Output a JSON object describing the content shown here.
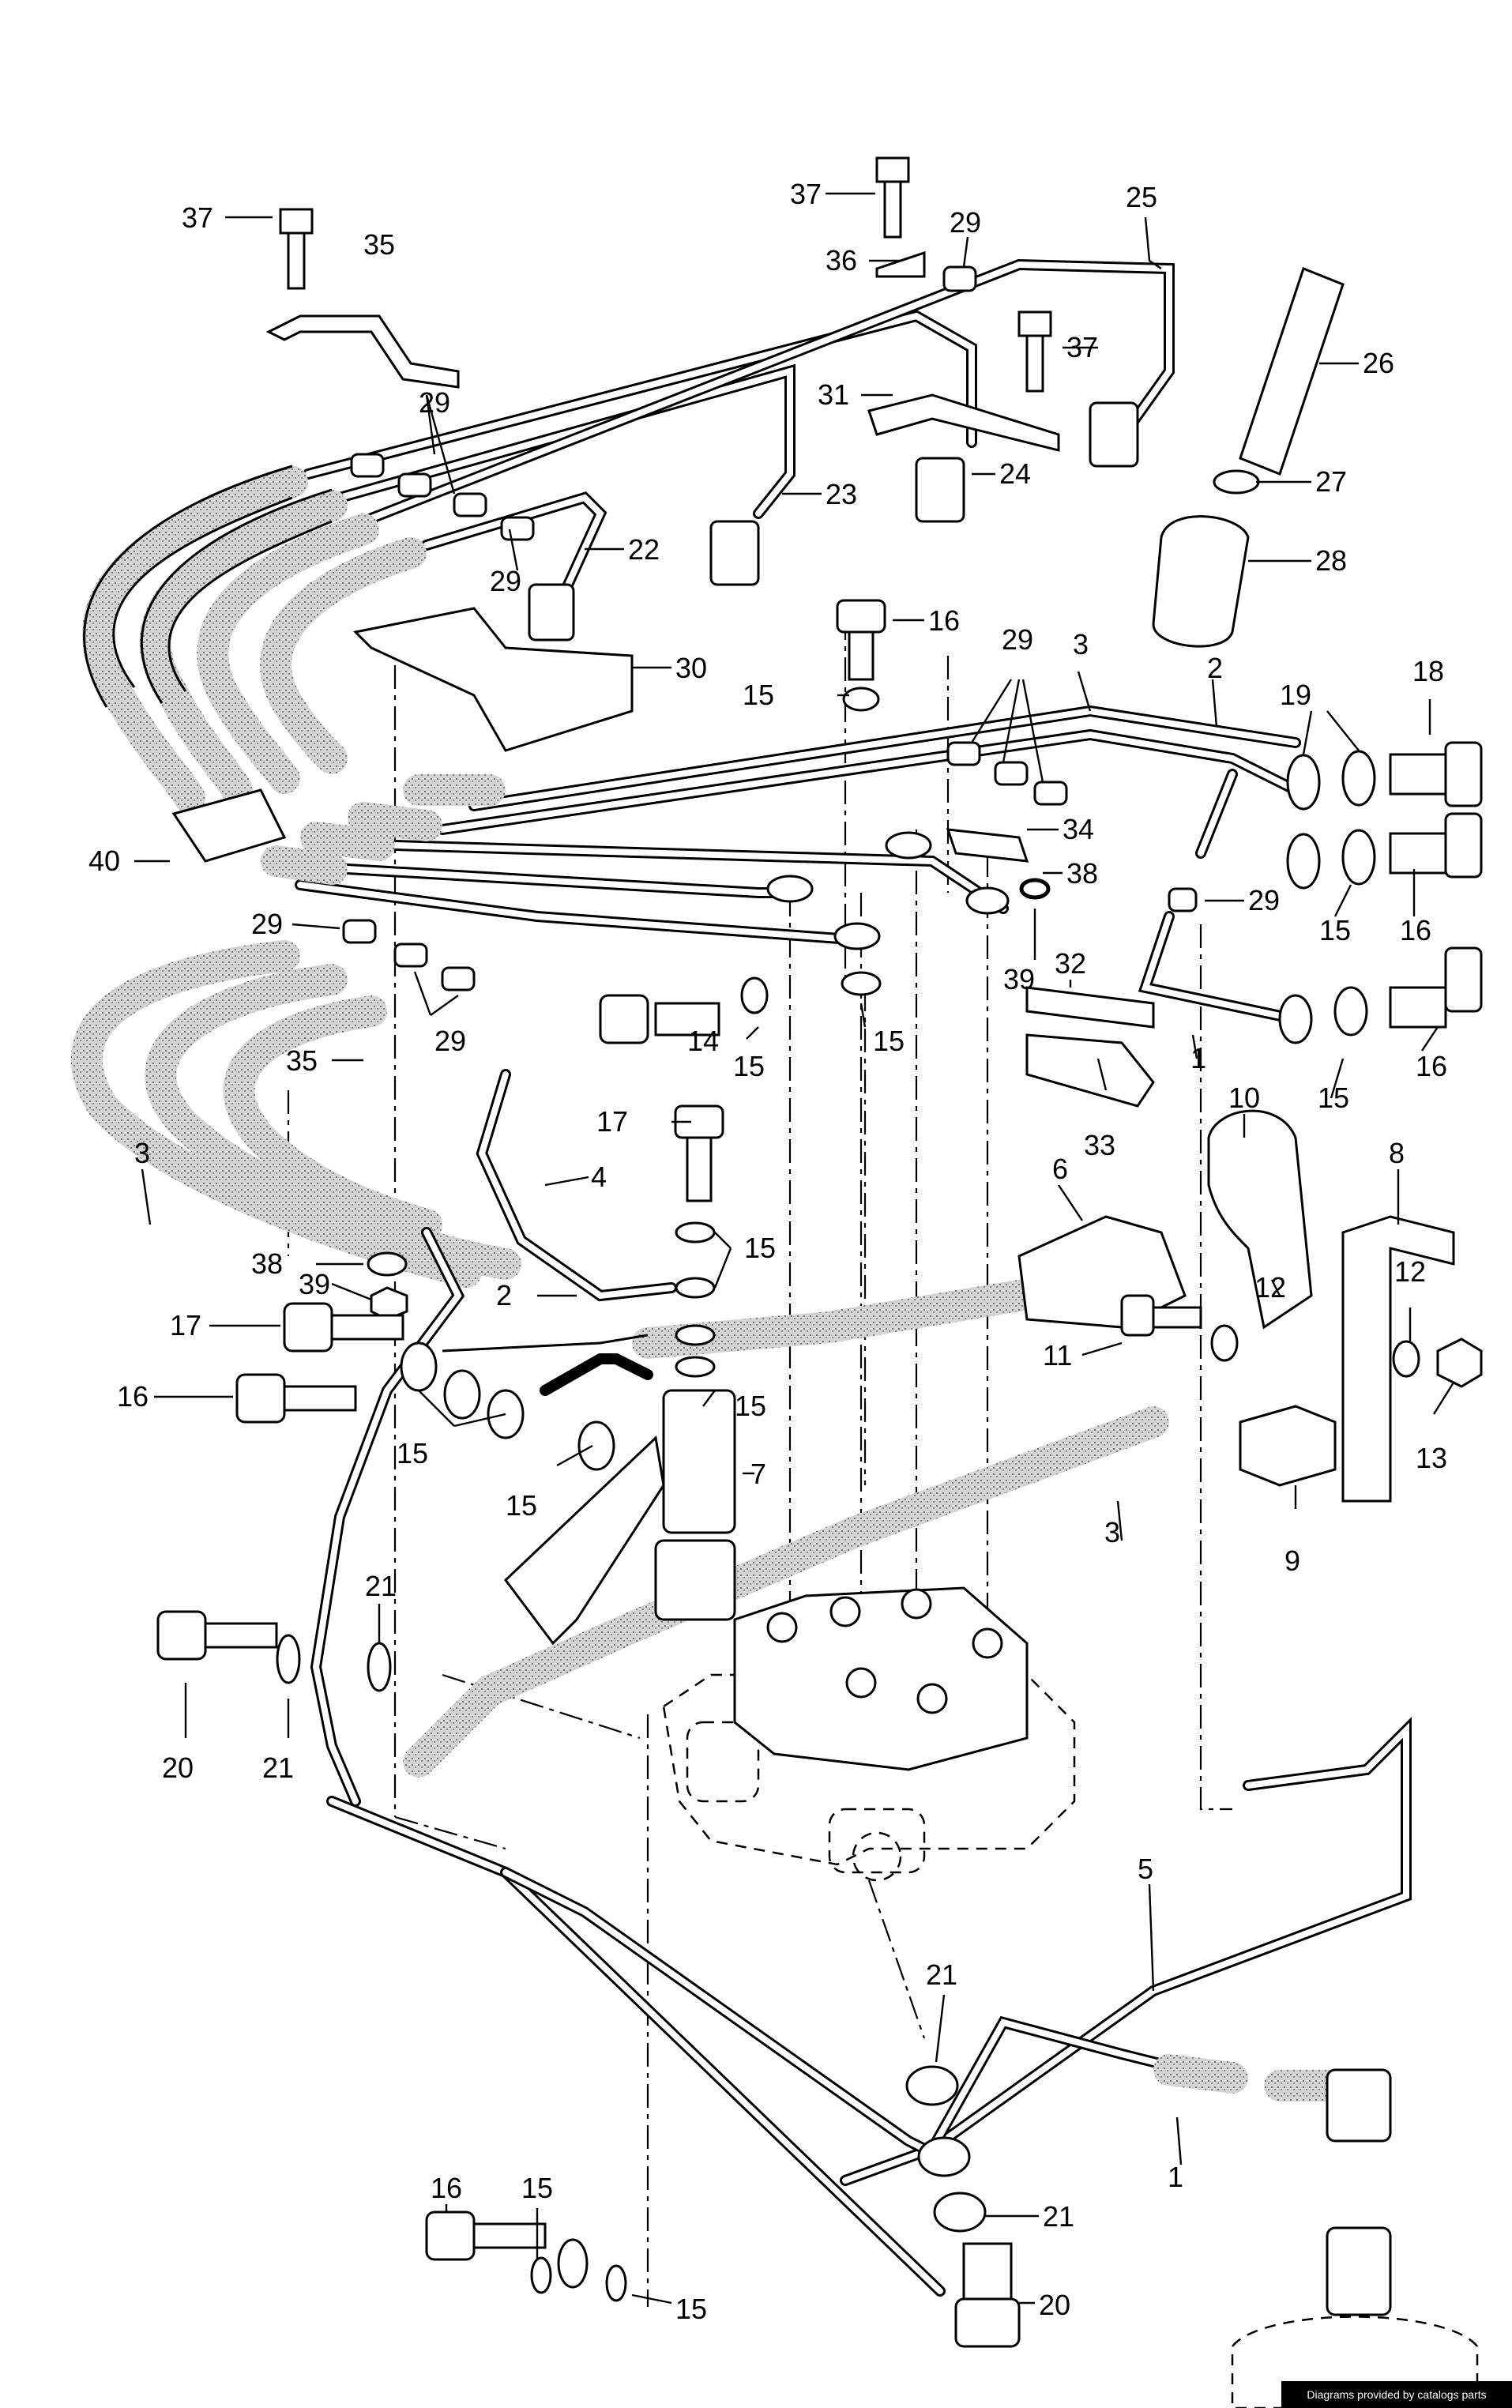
{
  "footer_text": "Diagrams provided by catalogs parts",
  "colors": {
    "hose_fill": "#cfcfcf",
    "line": "#000000",
    "background": "#ffffff"
  },
  "callouts": [
    {
      "id": "c37a",
      "text": "37"
    },
    {
      "id": "c35a",
      "text": "35"
    },
    {
      "id": "c37b",
      "text": "37"
    },
    {
      "id": "c29a",
      "text": "29"
    },
    {
      "id": "c36",
      "text": "36"
    },
    {
      "id": "c25",
      "text": "25"
    },
    {
      "id": "c37c",
      "text": "37"
    },
    {
      "id": "c26",
      "text": "26"
    },
    {
      "id": "c29b",
      "text": "29"
    },
    {
      "id": "c31",
      "text": "31"
    },
    {
      "id": "c24",
      "text": "24"
    },
    {
      "id": "c23",
      "text": "23"
    },
    {
      "id": "c27",
      "text": "27"
    },
    {
      "id": "c22",
      "text": "22"
    },
    {
      "id": "c29c",
      "text": "29"
    },
    {
      "id": "c28",
      "text": "28"
    },
    {
      "id": "c16a",
      "text": "16"
    },
    {
      "id": "c30",
      "text": "30"
    },
    {
      "id": "c29d",
      "text": "29"
    },
    {
      "id": "c3a",
      "text": "3"
    },
    {
      "id": "c2a",
      "text": "2"
    },
    {
      "id": "c15a",
      "text": "15"
    },
    {
      "id": "c19",
      "text": "19"
    },
    {
      "id": "c18",
      "text": "18"
    },
    {
      "id": "c34",
      "text": "34"
    },
    {
      "id": "c40",
      "text": "40"
    },
    {
      "id": "c38a",
      "text": "38"
    },
    {
      "id": "c16b",
      "text": "16"
    },
    {
      "id": "c29e",
      "text": "29"
    },
    {
      "id": "c15b",
      "text": "15"
    },
    {
      "id": "c29f",
      "text": "29"
    },
    {
      "id": "c39a",
      "text": "39"
    },
    {
      "id": "c32",
      "text": "32"
    },
    {
      "id": "c29g",
      "text": "29"
    },
    {
      "id": "c15c",
      "text": "15"
    },
    {
      "id": "c15d",
      "text": "15"
    },
    {
      "id": "c16c",
      "text": "16"
    },
    {
      "id": "c14",
      "text": "14"
    },
    {
      "id": "c1a",
      "text": "1"
    },
    {
      "id": "c35b",
      "text": "35"
    },
    {
      "id": "c15e",
      "text": "15"
    },
    {
      "id": "c33",
      "text": "33"
    },
    {
      "id": "c17a",
      "text": "17"
    },
    {
      "id": "c10",
      "text": "10"
    },
    {
      "id": "c8",
      "text": "8"
    },
    {
      "id": "c3b",
      "text": "3"
    },
    {
      "id": "c4",
      "text": "4"
    },
    {
      "id": "c6",
      "text": "6"
    },
    {
      "id": "c38b",
      "text": "38"
    },
    {
      "id": "c15f",
      "text": "15"
    },
    {
      "id": "c39b",
      "text": "39"
    },
    {
      "id": "c12a",
      "text": "12"
    },
    {
      "id": "c12b",
      "text": "12"
    },
    {
      "id": "c2b",
      "text": "2"
    },
    {
      "id": "c17b",
      "text": "17"
    },
    {
      "id": "c11",
      "text": "11"
    },
    {
      "id": "c16d",
      "text": "16"
    },
    {
      "id": "c15g",
      "text": "15"
    },
    {
      "id": "c13",
      "text": "13"
    },
    {
      "id": "c15h",
      "text": "15"
    },
    {
      "id": "c7",
      "text": "7"
    },
    {
      "id": "c15i",
      "text": "15"
    },
    {
      "id": "c3c",
      "text": "3"
    },
    {
      "id": "c9",
      "text": "9"
    },
    {
      "id": "c21a",
      "text": "21"
    },
    {
      "id": "c20a",
      "text": "20"
    },
    {
      "id": "c21b",
      "text": "21"
    },
    {
      "id": "c5",
      "text": "5"
    },
    {
      "id": "c21c",
      "text": "21"
    },
    {
      "id": "c1b",
      "text": "1"
    },
    {
      "id": "c16e",
      "text": "16"
    },
    {
      "id": "c15j",
      "text": "15"
    },
    {
      "id": "c21d",
      "text": "21"
    },
    {
      "id": "c20b",
      "text": "20"
    },
    {
      "id": "c15k",
      "text": "15"
    }
  ]
}
